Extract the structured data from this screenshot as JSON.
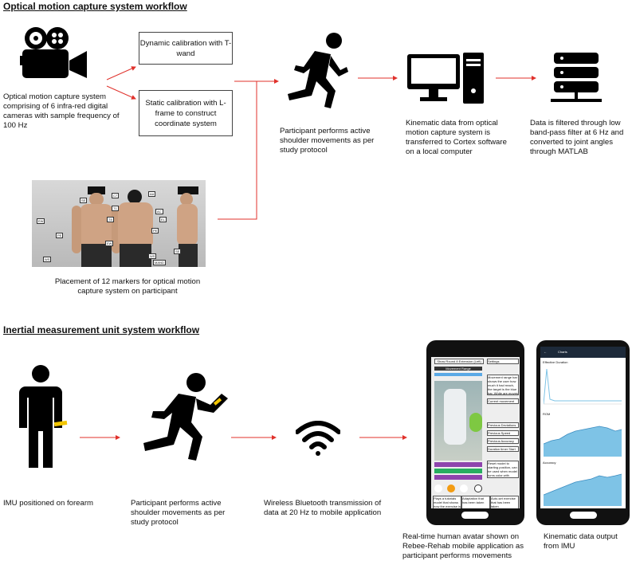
{
  "optical": {
    "title": "Optical motion capture system workflow",
    "camera_caption": "Optical motion capture system comprising of 6 infra-red digital cameras with sample frequency of 100 Hz",
    "dynamic_box": "Dynamic calibration with T-wand",
    "static_box": "Static calibration with L-frame to construct coordinate system",
    "participant_caption": "Participant performs active shoulder movements as per study protocol",
    "computer_caption": "Kinematic data from optical motion capture system is transferred to Cortex software on a local computer",
    "server_caption": "Data is filtered through low band-pass filter at 6 Hz and converted to joint angles through MATLAB",
    "markers_caption": "Placement of 12 markers for optical motion capture system on participant",
    "marker_labels": [
      "SE",
      "EW",
      "PE",
      "WS",
      "C7",
      "AA",
      "T8",
      "AC",
      "T1",
      "EL",
      "PE",
      "EW",
      "WS",
      "SE",
      "MAND"
    ]
  },
  "imu": {
    "title": "Inertial measurement unit system workflow",
    "imu_caption": "IMU positioned on forearm",
    "participant_caption": "Participant performs active shoulder movements as per study protocol",
    "wireless_caption": "Wireless Bluetooth transmission of data at 20 Hz to mobile application",
    "avatar_caption": "Real-time human avatar shown on Rebee-Rehab mobile application as participant performs movements",
    "output_caption": "Kinematic data output from IMU",
    "app_header": "Show Round 8 Extension (Left)",
    "app_range": "Movement Range",
    "app_callouts": [
      "Settings",
      "Movement range bar shows the user how much it had reach, the target is the blue bar. White are moves",
      "Current movement",
      "Previous Deviations",
      "Previous Speed",
      "Previous Accuracy",
      "Duration timer Start",
      "Reset model to starting position, can be used when model turns color with sensor",
      "Plays a tutorials model that shows how the exercise is done",
      "Adaptation that has been taken",
      "Auto-set exercise that has been taken"
    ],
    "charts_header": "Charts",
    "chart_sections": [
      "Effective Duration",
      "ROM",
      "Accuracy"
    ]
  },
  "colors": {
    "arrow": "#e0312b",
    "accent": "#f2c500",
    "chart": "#7ec3e6"
  }
}
